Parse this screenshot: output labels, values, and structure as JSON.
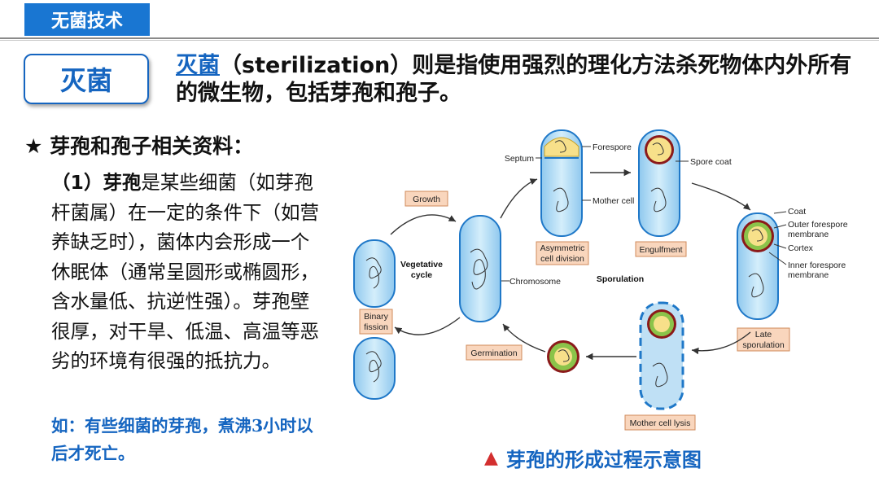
{
  "header": {
    "tab_label": "无菌技术"
  },
  "term": {
    "label": "灭菌"
  },
  "definition": {
    "keyword": "灭菌",
    "text": "（sterilization）则是指使用强烈的理化方法杀死物体内外所有的微生物，包括芽孢和孢子。"
  },
  "section": {
    "title": "★ 芽孢和孢子相关资料："
  },
  "paragraph": {
    "prefix": "（1）",
    "keyword": "芽孢",
    "text": "是某些细菌（如芽孢杆菌属）在一定的条件下（如营养缺乏时），菌体内会形成一个休眠体（通常呈圆形或椭圆形，含水量低、抗逆性强）。芽孢壁很厚，对干旱、低温、高温等恶劣的环境有很强的抵抗力。"
  },
  "example": {
    "text": "如：有些细菌的芽孢，煮沸3小时以后才死亡。"
  },
  "diagram": {
    "labels": {
      "growth": "Growth",
      "vegetative_1": "Vegetative",
      "vegetative_2": "cycle",
      "binary_1": "Binary",
      "binary_2": "fission",
      "chromosome": "Chromosome",
      "germination": "Germination",
      "septum": "Septum",
      "forespore": "Forespore",
      "mother_cell": "Mother cell",
      "asym_1": "Asymmetric",
      "asym_2": "cell division",
      "engulfment": "Engulfment",
      "spore_coat": "Spore coat",
      "sporulation": "Sporulation",
      "coat": "Coat",
      "outer_1": "Outer forespore",
      "outer_2": "membrane",
      "cortex": "Cortex",
      "inner_1": "Inner forespore",
      "inner_2": "membrane",
      "late_1": "Late",
      "late_2": "sporulation",
      "lysis": "Mother cell lysis"
    }
  },
  "caption": {
    "marker": "▲",
    "text": "芽孢的形成过程示意图"
  },
  "colors": {
    "accent": "#1565c0",
    "header_bg": "#1976d2",
    "cell_fill": "#b3dcf5",
    "cell_stroke": "#1f78c8",
    "box_fill": "#f9d6bd",
    "coat": "#8b1a1a",
    "cortex": "#8bc34a",
    "forespore": "#f7e08a"
  }
}
